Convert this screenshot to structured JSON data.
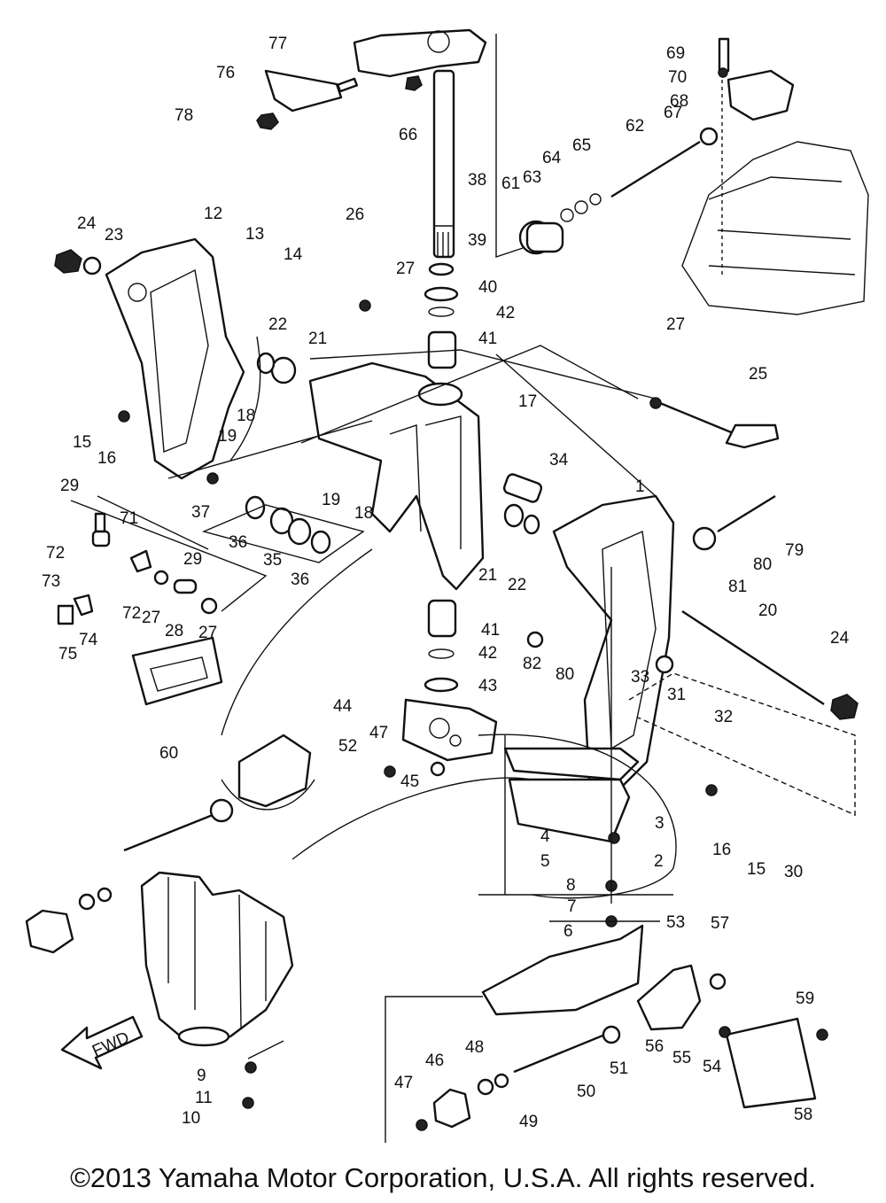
{
  "callouts": [
    {
      "n": "1"
    },
    {
      "n": "2"
    },
    {
      "n": "3"
    },
    {
      "n": "4"
    },
    {
      "n": "5"
    },
    {
      "n": "6"
    },
    {
      "n": "7"
    },
    {
      "n": "8"
    },
    {
      "n": "9"
    },
    {
      "n": "10"
    },
    {
      "n": "11"
    },
    {
      "n": "12"
    },
    {
      "n": "13"
    },
    {
      "n": "14"
    },
    {
      "n": "15"
    },
    {
      "n": "15"
    },
    {
      "n": "16"
    },
    {
      "n": "16"
    },
    {
      "n": "17"
    },
    {
      "n": "18"
    },
    {
      "n": "18"
    },
    {
      "n": "19"
    },
    {
      "n": "19"
    },
    {
      "n": "20"
    },
    {
      "n": "21"
    },
    {
      "n": "21"
    },
    {
      "n": "22"
    },
    {
      "n": "22"
    },
    {
      "n": "23"
    },
    {
      "n": "24"
    },
    {
      "n": "24"
    },
    {
      "n": "25"
    },
    {
      "n": "26"
    },
    {
      "n": "27"
    },
    {
      "n": "27"
    },
    {
      "n": "27"
    },
    {
      "n": "27"
    },
    {
      "n": "28"
    },
    {
      "n": "29"
    },
    {
      "n": "29"
    },
    {
      "n": "30"
    },
    {
      "n": "31"
    },
    {
      "n": "32"
    },
    {
      "n": "33"
    },
    {
      "n": "34"
    },
    {
      "n": "35"
    },
    {
      "n": "36"
    },
    {
      "n": "36"
    },
    {
      "n": "37"
    },
    {
      "n": "38"
    },
    {
      "n": "39"
    },
    {
      "n": "40"
    },
    {
      "n": "41"
    },
    {
      "n": "41"
    },
    {
      "n": "42"
    },
    {
      "n": "42"
    },
    {
      "n": "43"
    },
    {
      "n": "44"
    },
    {
      "n": "45"
    },
    {
      "n": "46"
    },
    {
      "n": "47"
    },
    {
      "n": "47"
    },
    {
      "n": "48"
    },
    {
      "n": "49"
    },
    {
      "n": "50"
    },
    {
      "n": "51"
    },
    {
      "n": "52"
    },
    {
      "n": "53"
    },
    {
      "n": "54"
    },
    {
      "n": "55"
    },
    {
      "n": "56"
    },
    {
      "n": "57"
    },
    {
      "n": "58"
    },
    {
      "n": "59"
    },
    {
      "n": "60"
    },
    {
      "n": "61"
    },
    {
      "n": "62"
    },
    {
      "n": "63"
    },
    {
      "n": "64"
    },
    {
      "n": "65"
    },
    {
      "n": "66"
    },
    {
      "n": "67"
    },
    {
      "n": "68"
    },
    {
      "n": "69"
    },
    {
      "n": "70"
    },
    {
      "n": "71"
    },
    {
      "n": "72"
    },
    {
      "n": "72"
    },
    {
      "n": "73"
    },
    {
      "n": "74"
    },
    {
      "n": "75"
    },
    {
      "n": "76"
    },
    {
      "n": "77"
    },
    {
      "n": "78"
    },
    {
      "n": "79"
    },
    {
      "n": "80"
    },
    {
      "n": "80"
    },
    {
      "n": "81"
    },
    {
      "n": "82"
    }
  ],
  "fwd_arrow_label": "FWD",
  "copyright": "©2013 Yamaha Motor Corporation, U.S.A. All rights reserved."
}
